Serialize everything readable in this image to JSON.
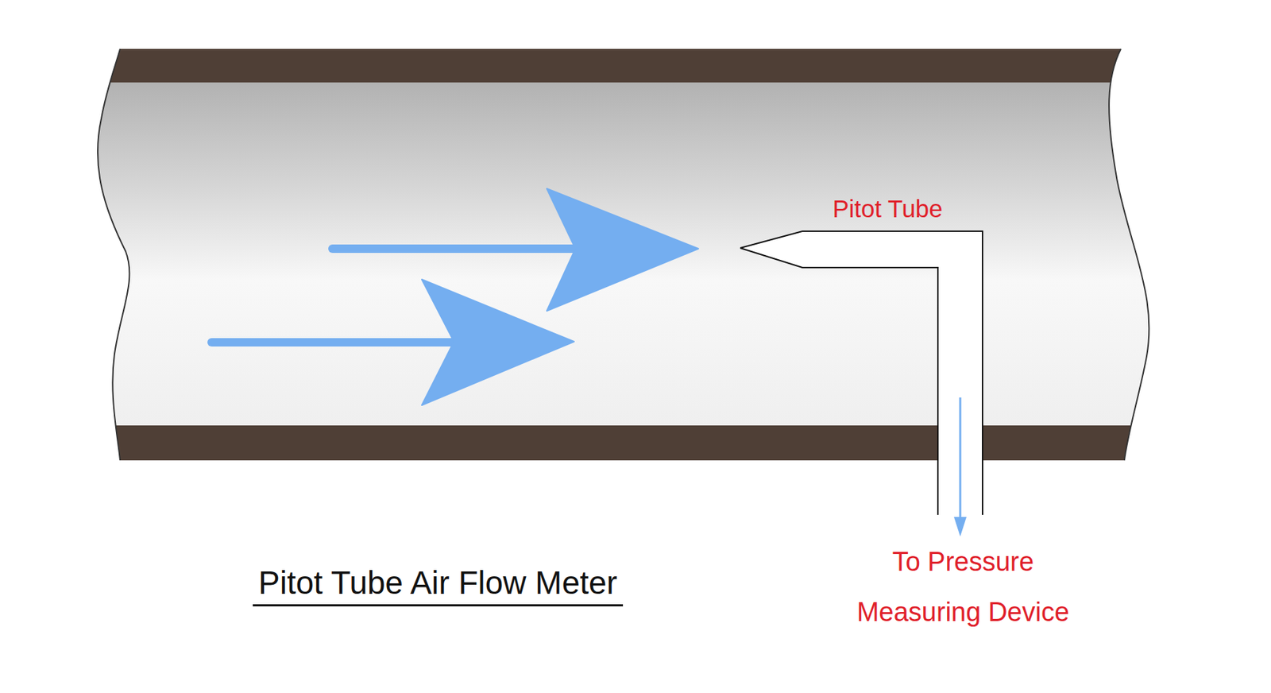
{
  "diagram": {
    "caption": "Pitot Tube Air Flow Meter",
    "labels": [
      "Pitot Tube",
      "To Pressure Measuring Device"
    ]
  }
}
